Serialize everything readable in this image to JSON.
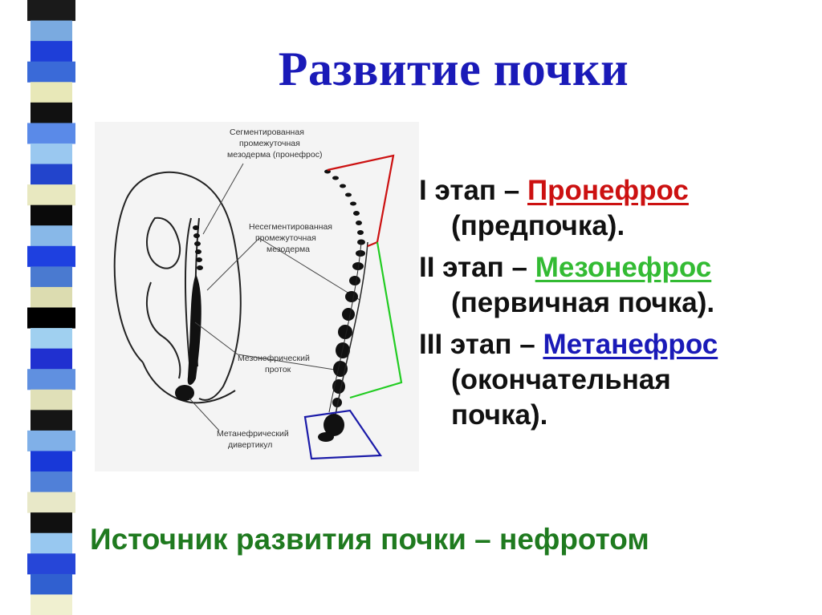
{
  "slide": {
    "title": "Развитие почки",
    "source_line": "Источник развития почки – нефротом"
  },
  "stages": [
    {
      "prefix": "I этап – ",
      "term": "Пронефрос",
      "desc": "(предпочка).",
      "color": "#cc1111"
    },
    {
      "prefix": "II этап – ",
      "term": "Мезонефрос",
      "desc": "(первичная почка).",
      "color": "#33bb33"
    },
    {
      "prefix": "III этап – ",
      "term": "Метанефрос",
      "desc_lines": [
        "(окончательная",
        "почка)."
      ],
      "color": "#1a1ab8"
    }
  ],
  "diagram": {
    "labels": {
      "segmented_1": "Сегментированная",
      "segmented_2": "промежуточная",
      "segmented_3": "мезодерма (пронефрос)",
      "unsegmented_1": "Несегментированная",
      "unsegmented_2": "промежуточная",
      "unsegmented_3": "мезодерма",
      "duct_1": "Мезонефрический",
      "duct_2": "проток",
      "diverticulum_1": "Метанефрический",
      "diverticulum_2": "дивертикул"
    },
    "bracket_colors": {
      "pronephros": "#cc1111",
      "mesonephros": "#22cc22",
      "metanephros": "#1a1aa8"
    }
  },
  "colors": {
    "title": "#1a1ab8",
    "source_line": "#1f7a1f",
    "text": "#111111"
  },
  "decor": {
    "stripe_colors": [
      "#1a1a1a",
      "#7aaae0",
      "#1e3ed8",
      "#3a6ad8",
      "#e8e8b8",
      "#111111",
      "#5a8ae8",
      "#9ac8f0",
      "#2244cc",
      "#e8e8c0",
      "#0a0a0a",
      "#88b8e8",
      "#1e40e0",
      "#4a7ad0",
      "#dcdcb0",
      "#000000",
      "#a0d0f0",
      "#2030d0",
      "#6090e0",
      "#e0e0b8",
      "#151515",
      "#80b0e8",
      "#1838d8",
      "#5080d8",
      "#e8e8c8",
      "#101010",
      "#98c8f0",
      "#2646d8",
      "#3060d0",
      "#f0f0d0"
    ]
  }
}
